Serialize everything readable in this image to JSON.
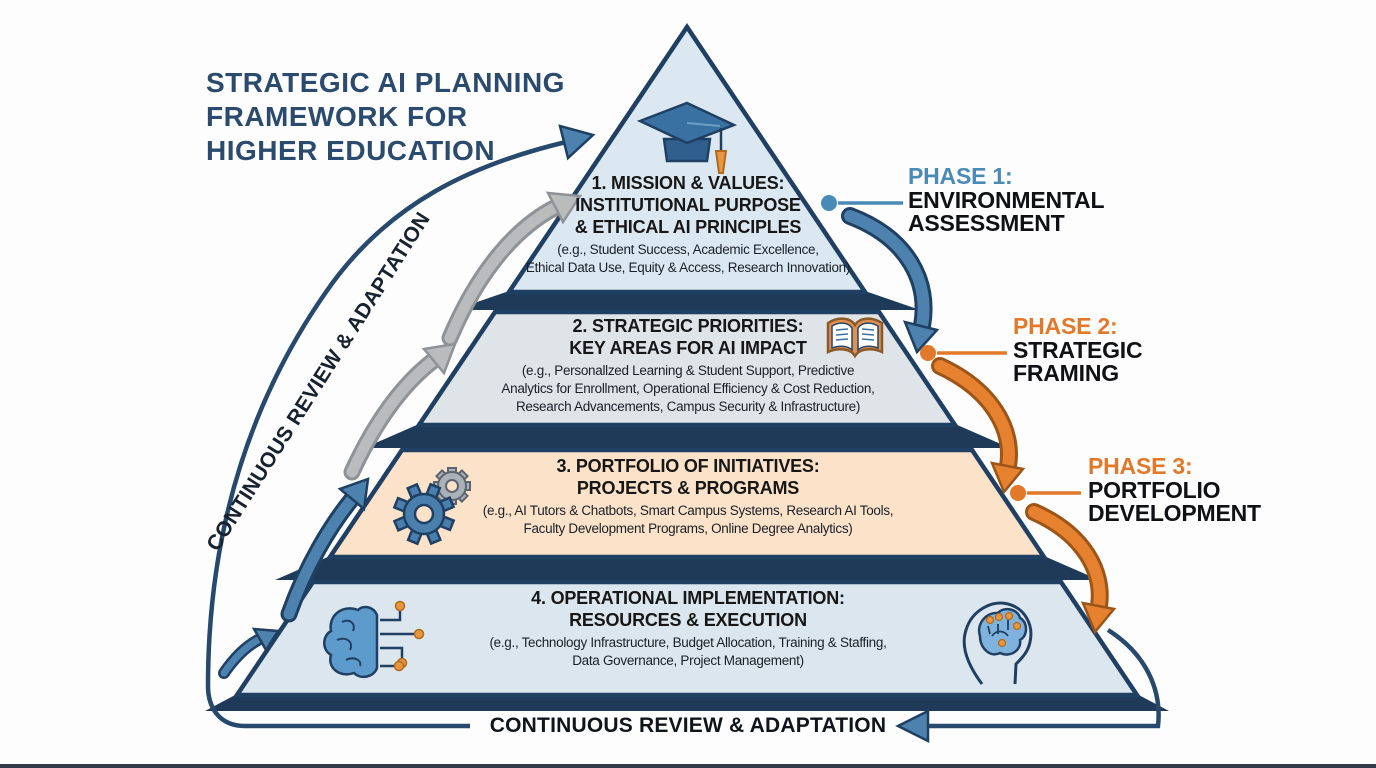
{
  "title": {
    "lines": [
      "STRATEGIC AI PLANNING",
      "FRAMEWORK FOR",
      "HIGHER EDUCATION"
    ]
  },
  "pyramid": {
    "tiers": [
      {
        "heading": [
          "1. MISSION & VALUES:",
          "INSTITUTIONAL PURPOSE",
          "& ETHICAL AI PRINCIPLES"
        ],
        "detail": [
          "(e.g., Student Success, Academic Excellence,",
          "Ethical Data Use, Equity & Access, Research Innovation)"
        ],
        "icon": "graduation-cap",
        "fill": "#dce8f1"
      },
      {
        "heading": [
          "2. STRATEGIC PRIORITIES:",
          "KEY AREAS FOR AI IMPACT"
        ],
        "detail": [
          "(e.g., Personallzed Learning & Student Support, Predictive",
          "Analytics for Enrollment, Operational Efficiency & Cost Reduction,",
          "Research Advancements, Campus Security & Infrastructure)"
        ],
        "icon": "open-book",
        "fill": "#dfe4e9"
      },
      {
        "heading": [
          "3. PORTFOLIO OF INITIATIVES:",
          "PROJECTS & PROGRAMS"
        ],
        "detail": [
          "(e.g., AI Tutors & Chatbots, Smart Campus Systems, Research AI Tools,",
          "Faculty Development Programs, Online Degree Analytics)"
        ],
        "icon": "gears",
        "fill": "#fbe2c9"
      },
      {
        "heading": [
          "4. OPERATIONAL IMPLEMENTATION:",
          "RESOURCES & EXECUTION"
        ],
        "detail": [
          "(e.g., Technology Infrastructure, Budget Allocation, Training & Staffing,",
          "Data Governance, Project Management)"
        ],
        "icon_left": "brain-circuit",
        "icon_right": "head-brain",
        "fill": "#dce6ee"
      }
    ]
  },
  "phases": [
    {
      "label": "PHASE 1:",
      "name": [
        "ENVIRONMENTAL",
        "ASSESSMENT"
      ],
      "accent": "#4a8ab6"
    },
    {
      "label": "PHASE 2:",
      "name": [
        "STRATEGIC",
        "FRAMING"
      ],
      "accent": "#e2792a"
    },
    {
      "label": "PHASE 3:",
      "name": [
        "PORTFOLIO",
        "DEVELOPMENT"
      ],
      "accent": "#e2792a"
    }
  ],
  "loop": {
    "left_label": "CONTINUOUS REVIEW & ADAPTATION",
    "bottom_label": "CONTINUOUS REVIEW & ADAPTATION"
  },
  "colors": {
    "navy_outline": "#1f3f63",
    "thin_line": "#27496d",
    "blue_arrow": "#4d82ae",
    "gray_arrow": "#b9bbbd",
    "orange_arrow": "#e5812f",
    "separator": "#1f3a58",
    "title_text": "#2b4b6e",
    "tassel_orange": "#e8963f"
  }
}
